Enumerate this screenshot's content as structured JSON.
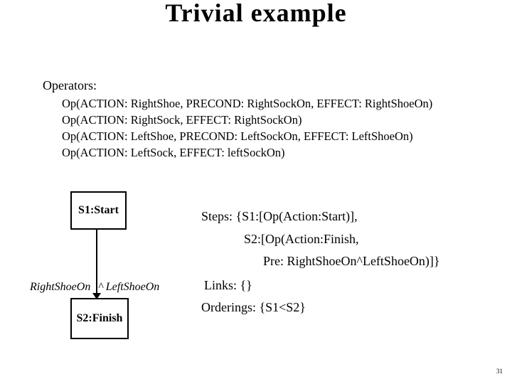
{
  "slide": {
    "title": "Trivial example",
    "page_number": "31",
    "operators": {
      "heading": "Operators:",
      "lines": [
        "Op(ACTION: RightShoe, PRECOND: RightSockOn, EFFECT: RightShoeOn)",
        "Op(ACTION: RightSock, EFFECT: RightSockOn)",
        "Op(ACTION: LeftShoe, PRECOND: LeftSockOn, EFFECT: LeftShoeOn)",
        "Op(ACTION: LeftSock, EFFECT: leftSockOn)"
      ]
    },
    "diagram": {
      "start_node_label": "S1:Start",
      "finish_node_label": "S2:Finish",
      "edge_label_left": "RightShoeOn",
      "edge_label_right": "^ LeftShoeOn"
    },
    "plan": {
      "steps_line_1": "Steps: {S1:[Op(Action:Start)],",
      "steps_line_2": "S2:[Op(Action:Finish,",
      "steps_line_3": "Pre: RightShoeOn^LeftShoeOn)]}",
      "links": "Links: {}",
      "orderings": "Orderings: {S1<S2}"
    },
    "colors": {
      "background": "#ffffff",
      "text": "#000000"
    }
  }
}
